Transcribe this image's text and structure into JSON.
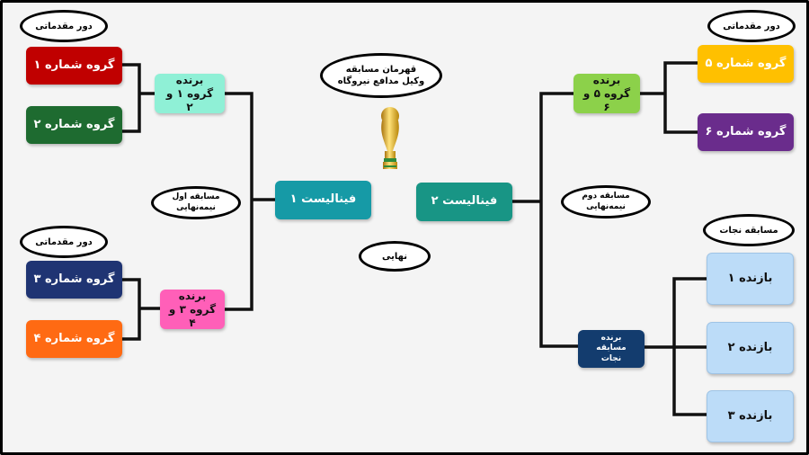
{
  "labels": {
    "prelim_left_top": "دور مقدماتی",
    "prelim_left_bottom": "دور مقدماتی",
    "prelim_right_top": "دور مقدماتی",
    "champion": "قهرمان مسابقه وکیل مدافع نیروگاه",
    "semi1": "مسابقه اول نیمه‌نهایی",
    "semi2": "مسابقه دوم نیمه‌نهایی",
    "final": "نهایی",
    "rescue": "مسابقه نجات"
  },
  "groups": {
    "g1": "گروه شماره ۱",
    "g2": "گروه شماره ۲",
    "g3": "گروه شماره ۳",
    "g4": "گروه شماره ۴",
    "g5": "گروه شماره ۵",
    "g6": "گروه شماره ۶"
  },
  "winners": {
    "w12": "برنده گروه ۱ و ۲",
    "w34": "برنده گروه ۳ و ۴",
    "w56": "برنده گروه ۵ و ۶",
    "rescue_winner": "برنده مسابقه نجات"
  },
  "finalists": {
    "f1": "فینالیست ۱",
    "f2": "فینالیست ۲"
  },
  "losers": {
    "l1": "بازنده ۱",
    "l2": "بازنده ۲",
    "l3": "بازنده ۳"
  },
  "colors": {
    "g1": "#c00000",
    "g2": "#1e6b30",
    "g3": "#1f3473",
    "g4": "#ff6a13",
    "g5": "#ffc000",
    "g6": "#6a2c8c",
    "w12": "#8ff0d6",
    "w34": "#ff5fb8",
    "w56": "#8cd14a",
    "finalist1": "#169aa6",
    "finalist2": "#189585",
    "rescue_winner": "#133c6e",
    "loser": "#bcdcf8"
  }
}
